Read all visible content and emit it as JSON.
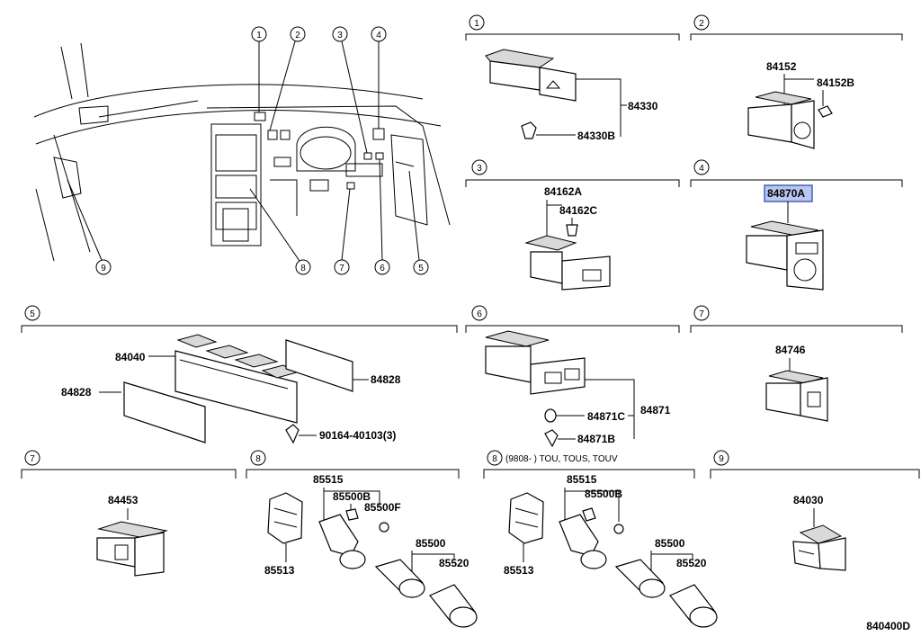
{
  "diagram_code": "840400D",
  "callouts": [
    "1",
    "2",
    "3",
    "4",
    "5",
    "6",
    "7",
    "8",
    "9"
  ],
  "sections": {
    "s1": {
      "marker": "1",
      "parts": [
        "84330",
        "84330B"
      ]
    },
    "s2": {
      "marker": "2",
      "parts": [
        "84152",
        "84152B"
      ]
    },
    "s3": {
      "marker": "3",
      "parts": [
        "84162A",
        "84162C"
      ]
    },
    "s4": {
      "marker": "4",
      "parts": [
        "84870A"
      ],
      "highlighted": "84870A",
      "highlight_color": "#b9c6ee"
    },
    "s5": {
      "marker": "5",
      "parts": [
        "84040",
        "84828",
        "84828",
        "90164-40103(3)"
      ]
    },
    "s6": {
      "marker": "6",
      "parts": [
        "84871",
        "84871C",
        "84871B"
      ]
    },
    "s7a": {
      "marker": "7",
      "parts": [
        "84746"
      ]
    },
    "s7b": {
      "marker": "7",
      "parts": [
        "84453"
      ]
    },
    "s8a": {
      "marker": "8",
      "parts": [
        "85515",
        "85500B",
        "85500F",
        "85500",
        "85520",
        "85513"
      ]
    },
    "s8b": {
      "marker": "8",
      "note": "(9808-      ) TOU, TOUS, TOUV",
      "parts": [
        "85515",
        "85500B",
        "85500",
        "85520",
        "85513"
      ]
    },
    "s9": {
      "marker": "9",
      "parts": [
        "84030"
      ]
    }
  }
}
